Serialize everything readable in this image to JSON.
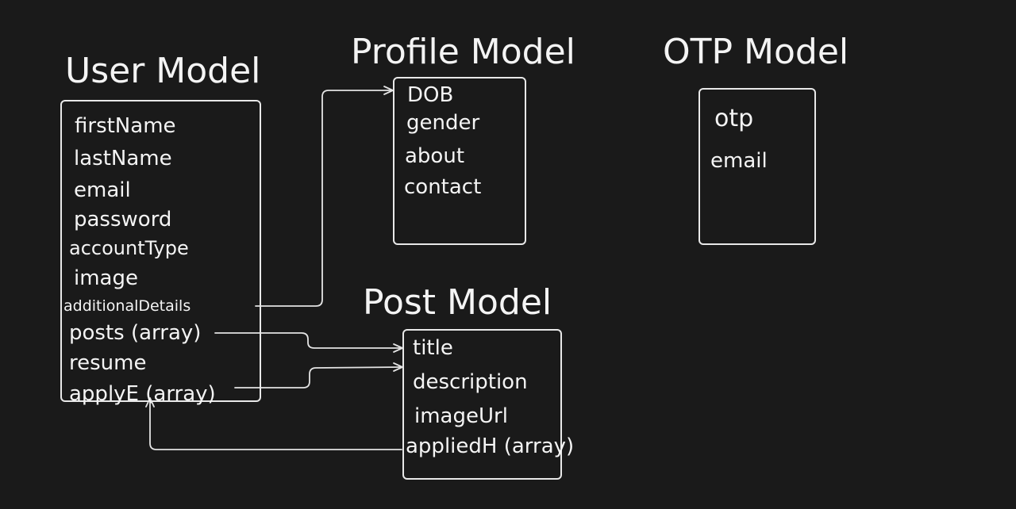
{
  "diagram": {
    "user": {
      "title": "User Model",
      "fields": [
        "firstName",
        "lastName",
        "email",
        "password",
        "accountType",
        "image",
        "additionalDetails",
        "posts (array)",
        "resume",
        "applyE (array)"
      ]
    },
    "profile": {
      "title": "Profile Model",
      "fields": [
        "DOB",
        "gender",
        "about",
        "contact"
      ]
    },
    "otp": {
      "title": "OTP Model",
      "fields": [
        "otp",
        "email"
      ]
    },
    "post": {
      "title": "Post Model",
      "fields": [
        "title",
        "description",
        "imageUrl",
        "appliedH (array)"
      ]
    },
    "connections": [
      {
        "from": "user.additionalDetails",
        "to": "profile"
      },
      {
        "from": "user.posts (array)",
        "to": "post"
      },
      {
        "from": "user.applyE (array)",
        "to": "post"
      },
      {
        "from": "post.appliedH (array)",
        "to": "user"
      }
    ],
    "colors": {
      "background": "#1a1a1a",
      "stroke": "#e8e8e8",
      "text": "#f4f4f4"
    }
  }
}
